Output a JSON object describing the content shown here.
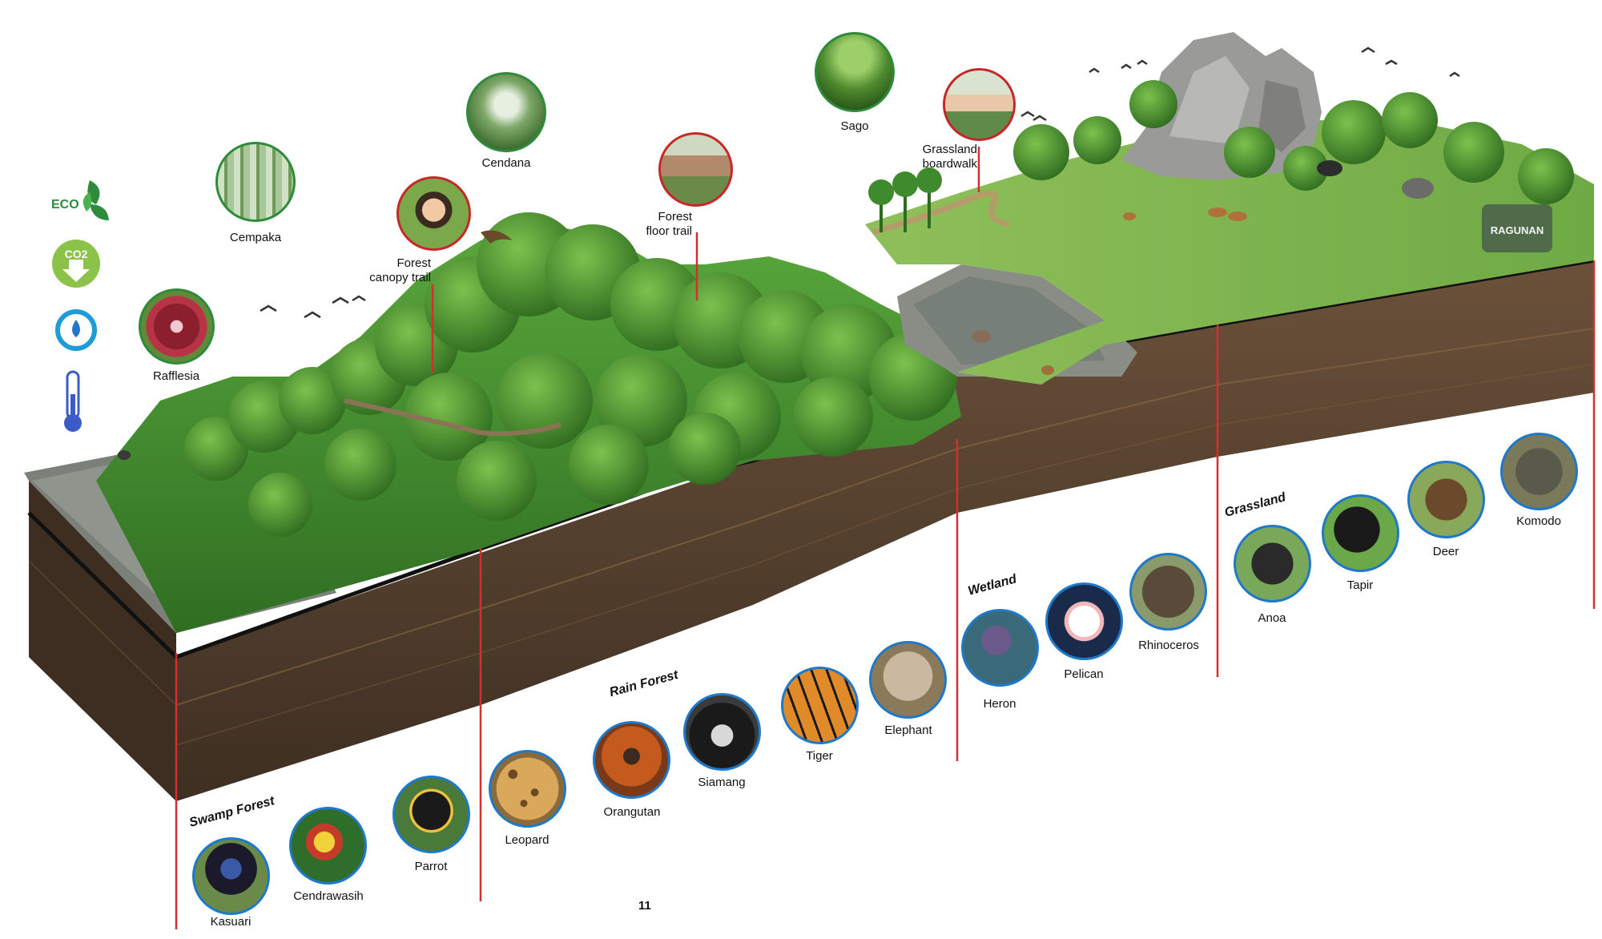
{
  "page_number": "11",
  "icons": [
    {
      "name": "eco-leaf-icon",
      "text": "ECO"
    },
    {
      "name": "co2-down-icon",
      "text": "CO2"
    },
    {
      "name": "water-cycle-icon",
      "text": ""
    },
    {
      "name": "thermometer-icon",
      "text": ""
    }
  ],
  "zones": {
    "swamp": "Swamp Forest",
    "rain": "Rain Forest",
    "wetland": "Wetland",
    "grassland": "Grassland"
  },
  "plants": {
    "rafflesia": "Rafflesia",
    "cempaka": "Cempaka",
    "cendana": "Cendana",
    "sago": "Sago"
  },
  "trails": {
    "canopy_line1": "Forest",
    "canopy_line2": "canopy trail",
    "floor_line1": "Forest",
    "floor_line2": "floor trail",
    "boardwalk_line1": "Grassland",
    "boardwalk_line2": "boardwalk"
  },
  "animals": {
    "kasuari": "Kasuari",
    "cendrawasih": "Cendrawasih",
    "parrot": "Parrot",
    "leopard": "Leopard",
    "orangutan": "Orangutan",
    "siamang": "Siamang",
    "tiger": "Tiger",
    "elephant": "Elephant",
    "heron": "Heron",
    "pelican": "Pelican",
    "rhinoceros": "Rhinoceros",
    "anoa": "Anoa",
    "tapir": "Tapir",
    "deer": "Deer",
    "komodo": "Komodo"
  },
  "sign_text": "RAGUNAN",
  "colors": {
    "plant_ring": "#2e8b3a",
    "trail_ring": "#c62828",
    "animal_ring": "#1f78c8",
    "divider": "#d32f2f",
    "soil": "#5a4330"
  }
}
